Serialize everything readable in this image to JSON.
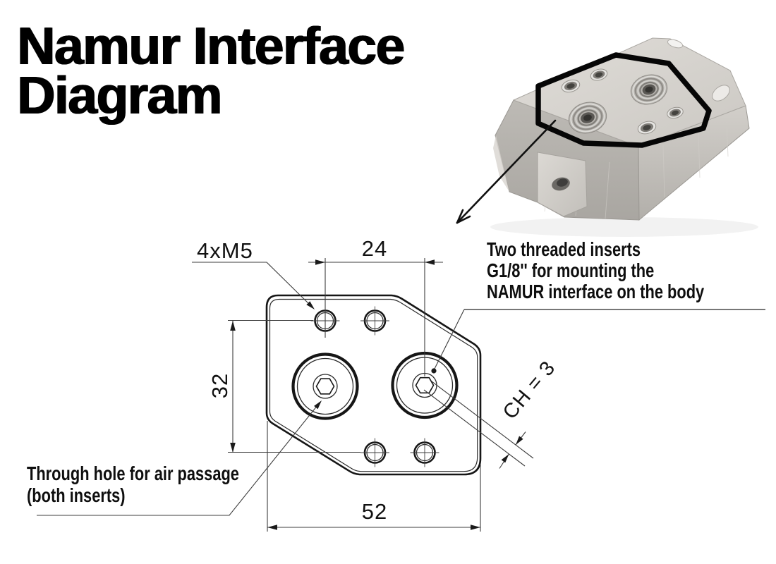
{
  "title": {
    "line1": "Namur Interface",
    "line2": "Diagram"
  },
  "dimensions": {
    "hole_spec": "4xM5",
    "horizontal_spacing": "24",
    "vertical_spacing": "32",
    "plate_width": "52",
    "hex_socket": "CH = 3"
  },
  "annotations": {
    "inserts_line1": "Two threaded inserts",
    "inserts_line2": "G1/8'' for mounting the",
    "inserts_line3": "NAMUR interface on the body",
    "through_line1": "Through hole for air passage",
    "through_line2": "(both inserts)"
  },
  "colors": {
    "line": "#161616",
    "thin_line": "#3c3c3c",
    "outline_highlight": "#000000",
    "metal_top": "#d6d3ce",
    "metal_front": "#b4b1ac",
    "metal_right": "#c8c5c0",
    "background": "#ffffff"
  }
}
